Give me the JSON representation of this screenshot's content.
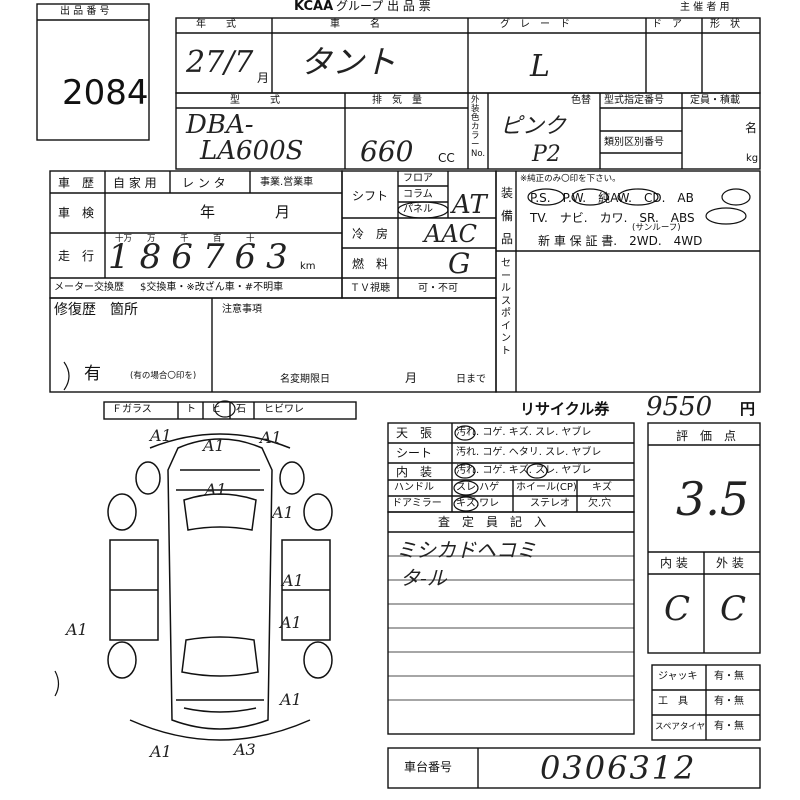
{
  "header": {
    "logo": "KCAA",
    "group_title": "グループ 出 品 票",
    "organizer": "主 催 者 用",
    "lot_label": "出 品 番 号",
    "lot_number": "2084"
  },
  "top_row": {
    "year_label": "年　　式",
    "name_label": "車　　　名",
    "grade_label": "グ　レ　ー　ド",
    "door_label": "ド　ア",
    "shape_label": "形　状",
    "year_value": "27/7",
    "month_suffix": "月",
    "name_value": "タント",
    "grade_value": "L"
  },
  "model_row": {
    "model_label": "型　　　式",
    "model_value_1": "DBA-",
    "model_value_2": "LA600S",
    "displacement_label": "排　気　量",
    "displacement_value": "660",
    "cc_unit": "CC",
    "exterior_color_label": "外装色カラーNo.",
    "color_label": "色替",
    "color_value": "ピンク",
    "color_code": "P2",
    "type_designation_label": "型式指定番号",
    "category_label": "類別区別番号",
    "capacity_label": "定員・積載",
    "person_unit": "名",
    "kg_unit": "kg"
  },
  "history": {
    "label": "車　歴",
    "opt1": "自 家 用",
    "opt2": "レ ン タ",
    "opt3": "事業.営業車",
    "inspection_label": "車　検",
    "year_unit": "年",
    "month_unit": "月",
    "mileage_label": "走　行",
    "digit_units": [
      "十万",
      "万",
      "千",
      "百",
      "十"
    ],
    "mileage_value": "186763",
    "km_unit": "km",
    "meter_label": "メーター交換歴",
    "meter_options": "$交換車・※改ざん車・#不明車"
  },
  "shift": {
    "shift_label": "シフト",
    "floor": "フロア",
    "column": "コラム",
    "panel": "パネル",
    "shift_value": "AT",
    "ac_label": "冷　房",
    "ac_value": "AAC",
    "fuel_label": "燃　料",
    "fuel_value": "G",
    "tv_label": "ＴＶ視聴",
    "tv_options": "可・不可"
  },
  "equipment": {
    "label": "装備品",
    "note": "※純正のみ〇印を下さい。",
    "line1": "P.S.　P.W.　純AW.　CD.　AB",
    "line2": "TV.　ナビ.　カワ.　SR.　ABS",
    "sunroof": "(サンルーフ)",
    "line3": "新 車 保 証 書.　2WD.　4WD"
  },
  "sales_point_label": "セールスポイント",
  "repair": {
    "label": "修復歴　箇所",
    "value": "有",
    "note": "(有の場合〇印を)"
  },
  "notes": {
    "label": "注意事項",
    "deadline_label": "名変期限日",
    "month": "月",
    "day_until": "日まで"
  },
  "glass": {
    "f_glass": "Ｆガラス",
    "opts": [
      "ト",
      "ヒ",
      "石",
      "ヒビワレ"
    ]
  },
  "recycle": {
    "label": "リサイクル券",
    "value": "9550",
    "unit": "円"
  },
  "condition": {
    "rows": [
      {
        "label": "天　張",
        "opts": "汚れ. コゲ. キズ. スレ. ヤブレ"
      },
      {
        "label": "シート",
        "opts": "汚れ. コゲ. ヘタリ. スレ. ヤブレ"
      },
      {
        "label": "内　装",
        "opts": "汚れ. コゲ. キズ. スレ. ヤブレ"
      }
    ],
    "handle": "ハンドル",
    "handle_opts": "スレ.ハゲ",
    "wheel_cap": "ホイール(CP)",
    "wheel_val": "キズ",
    "mirror": "ドアミラー",
    "mirror_opts": "キズ.ワレ",
    "stereo": "ステレオ",
    "stereo_opts": "欠.穴"
  },
  "inspector": {
    "label": "査　定　員　記　入",
    "line1": "ミシカドヘコミ",
    "line2": "タ-ル"
  },
  "rating": {
    "label": "評　価　点",
    "value": "3.5",
    "interior_label": "内 装",
    "exterior_label": "外 装",
    "interior_value": "C",
    "exterior_value": "C"
  },
  "accessories": {
    "jack": "ジャッキ",
    "tools": "工　具",
    "spare": "スペアタイヤ",
    "yesno": "有・無"
  },
  "chassis": {
    "label": "車台番号",
    "value": "0306312"
  },
  "damage_marks": [
    "A1",
    "A1",
    "A1",
    "A1",
    "A1",
    "A1",
    "A1",
    "A1",
    "A1",
    "A1",
    "A3"
  ]
}
